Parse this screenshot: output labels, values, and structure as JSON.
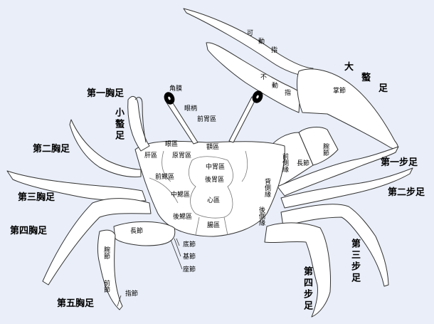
{
  "diagram": {
    "subject": "fiddler crab anatomy",
    "background_color": "#e9eef8",
    "outline_color": "#333333",
    "fill_color": "#ffffff",
    "eye_color": "#000000"
  },
  "labels": {
    "large_claw": "大螯足",
    "movable_finger": "可動指",
    "fixed_finger": "不動指",
    "palm": "掌節",
    "carpus_claw": "腕節",
    "merus_claw": "長節",
    "cornea": "角膜",
    "eyestalk": "眼柄",
    "anterior_gastric": "前胃區",
    "orbital": "眼區",
    "frontal": "額區",
    "hepatic": "肝區",
    "protogastric": "原胃區",
    "mesogastric": "中胃區",
    "metagastric": "後胃區",
    "cardiac": "心區",
    "intestinal": "腸區",
    "epibranchial": "前鰓區",
    "mesobranchial": "中鰓區",
    "metabranchial": "後鰓區",
    "anterolateral_margin": "前側緣",
    "dorsolateral_margin": "背側緣",
    "posterolateral_margin": "後側緣",
    "first_pereiopod": "第一胸足",
    "small_claw": "小螯足",
    "second_pereiopod": "第二胸足",
    "third_pereiopod": "第三胸足",
    "fourth_pereiopod": "第四胸足",
    "fifth_pereiopod": "第五胸足",
    "first_walking_leg": "第一步足",
    "second_walking_leg": "第二步足",
    "third_walking_leg": "第三步足",
    "fourth_walking_leg": "第四步足",
    "merus": "長節",
    "carpus": "腕節",
    "propodus": "前節",
    "dactylus": "指節",
    "coxa": "底節",
    "basis": "基節",
    "ischium": "座節"
  }
}
